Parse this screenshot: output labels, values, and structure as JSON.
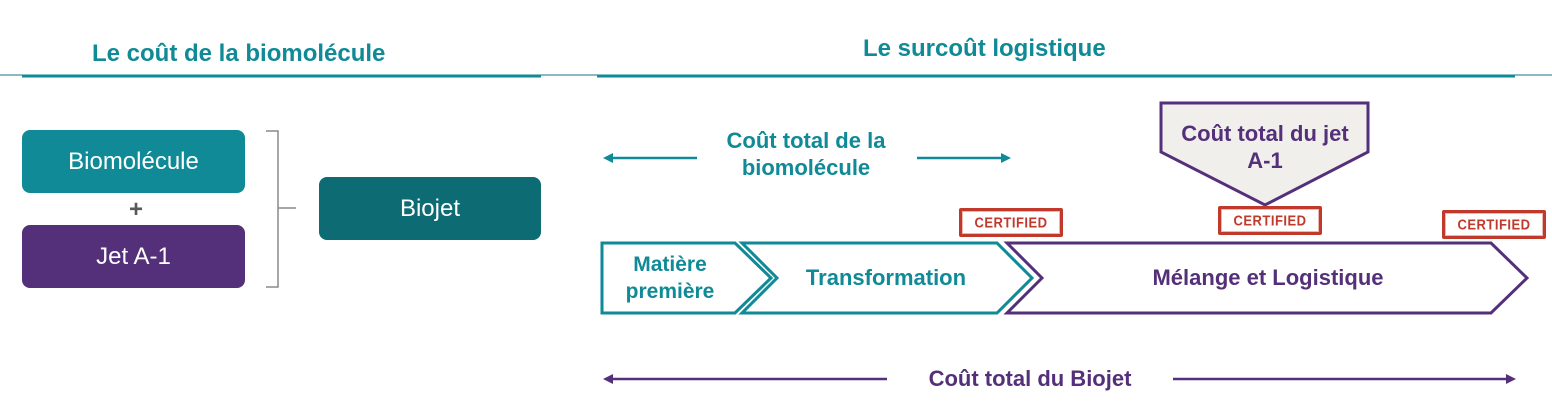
{
  "headings": {
    "left": "Le coût de la biomolécule",
    "right": "Le surcoût logistique"
  },
  "left_diagram": {
    "box_top": "Biomolécule",
    "plus": "+",
    "box_bottom": "Jet A-1",
    "result": "Biojet"
  },
  "right_diagram": {
    "cost_biomolecule_label": "Coût total de la biomolécule",
    "jet_callout": "Coût total du jet A-1",
    "certified_label": "CERTIFIED",
    "stages": [
      "Matière première",
      "Transformation",
      "Mélange et Logistique"
    ],
    "total_label": "Coût total du Biojet"
  },
  "colors": {
    "teal": "#0f8a96",
    "dark_teal": "#0c6b73",
    "purple": "#55307a",
    "red_stamp": "#c0392b",
    "callout_fill": "#f0efec"
  }
}
